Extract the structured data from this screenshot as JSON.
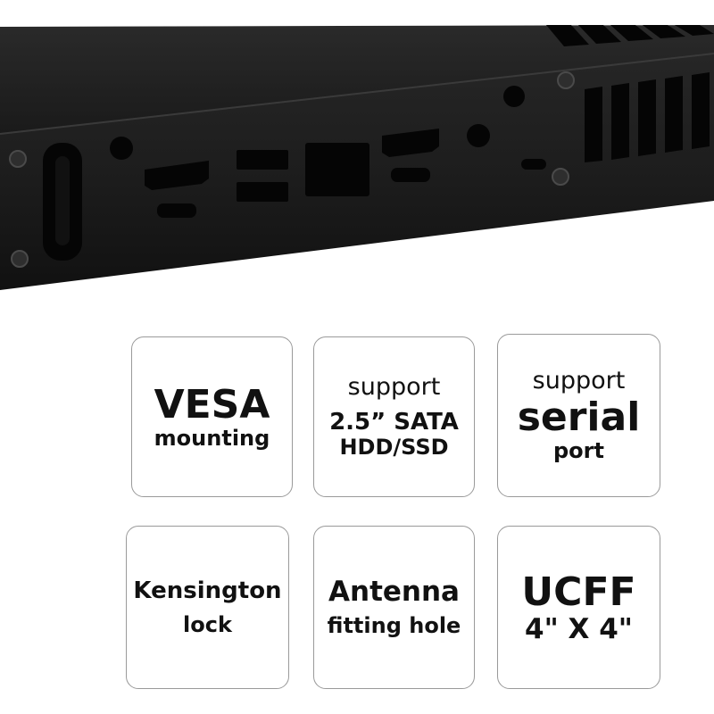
{
  "tiles": {
    "vesa": {
      "line1": "VESA",
      "line2": "mounting"
    },
    "sata": {
      "line1": "support",
      "line2": "2.5” SATA",
      "line3": "HDD/SSD"
    },
    "serial": {
      "line1": "support",
      "line2": "serial",
      "line3": "port"
    },
    "kensington": {
      "line1": "Kensington",
      "line2": "lock"
    },
    "antenna": {
      "line1": "Antenna",
      "line2": "fitting hole"
    },
    "ucff": {
      "line1": "UCFF",
      "line2": "4\" X 4\""
    }
  },
  "colors": {
    "case_body": "#1b1b1b",
    "case_highlight": "#3a3a3a",
    "tile_border": "#9a9a9a",
    "text": "#111111"
  }
}
